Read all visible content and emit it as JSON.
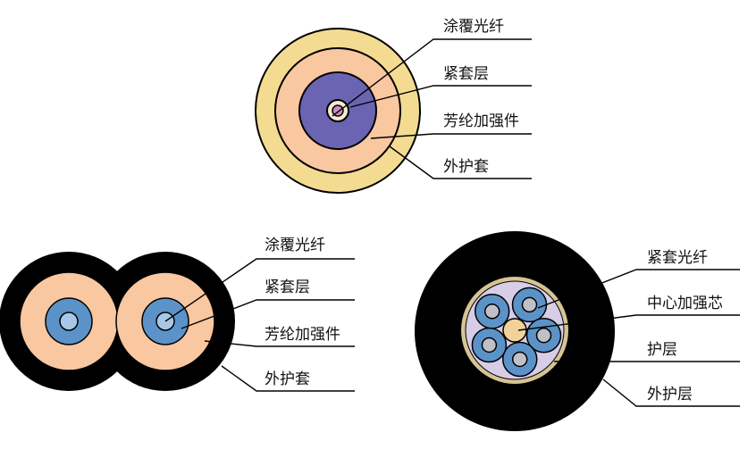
{
  "colors": {
    "outer_jacket_top": "#f3dc91",
    "aramid": "#f9c7a0",
    "tight_buffer": "#6a64b2",
    "fiber_inner": "#c88bbf",
    "fiber_ring": "#f6ead1",
    "black_jacket": "#000000",
    "blue_buffer": "#5b93c8",
    "light_blue": "#a8c7e6",
    "grey_core": "#c0c0c8",
    "lavender": "#d8cde7",
    "tan_ring": "#d6c494",
    "central_member": "#f1d39a",
    "line": "#000000"
  },
  "top_cable": {
    "labels": [
      "涂覆光纤",
      "紧套层",
      "芳纶加强件",
      "外护套"
    ]
  },
  "left_cable": {
    "labels": [
      "涂覆光纤",
      "紧套层",
      "芳纶加强件",
      "外护套"
    ]
  },
  "right_cable": {
    "labels": [
      "紧套光纤",
      "中心加强芯",
      "护层",
      "外护层"
    ]
  }
}
